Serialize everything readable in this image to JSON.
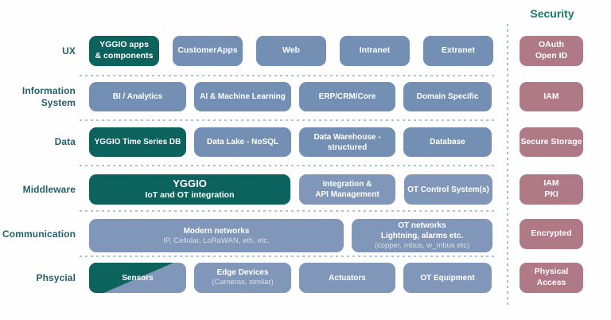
{
  "rows": [
    {
      "label": "UX",
      "boxes": [
        {
          "text": "YGGIO apps\n& components"
        },
        {
          "text": "CustomerApps"
        },
        {
          "text": "Web"
        },
        {
          "text": "Intranet"
        },
        {
          "text": "Extranet"
        }
      ]
    },
    {
      "label": "Information\nSystem",
      "boxes": [
        {
          "text": "BI / Analytics"
        },
        {
          "text": "AI & Machine Learning"
        },
        {
          "text": "ERP/CRM/Core"
        },
        {
          "text": "Domain Specific"
        }
      ]
    },
    {
      "label": "Data",
      "boxes": [
        {
          "text": "YGGIO Time Series DB"
        },
        {
          "text": "Data Lake - NoSQL"
        },
        {
          "text": "Data Warehouse -\nstructured"
        },
        {
          "text": "Database"
        }
      ]
    },
    {
      "label": "Middleware",
      "boxes": [
        {
          "title": "YGGIO",
          "sub": "IoT and OT integration"
        },
        {
          "text": "Integration &\nAPI Management"
        },
        {
          "text": "OT Control System(s)"
        }
      ]
    },
    {
      "label": "Communication",
      "boxes": [
        {
          "title": "Modern networks",
          "sub": "IP, Cellular, LoRaWAN, eth, etc."
        },
        {
          "title": "OT networks\nLightning, alarms etc.",
          "sub": "(copper, mbus, w_mbus etc)"
        }
      ]
    },
    {
      "label": "Phsycial",
      "boxes": [
        {
          "text": "Sensors"
        },
        {
          "title": "Edge Devices",
          "sub": "(Cameras, similar)"
        },
        {
          "text": "Actuators"
        },
        {
          "text": "OT Equipment"
        }
      ]
    }
  ],
  "security": {
    "title": "Security",
    "boxes": [
      {
        "text": "OAuth\nOpen ID"
      },
      {
        "text": "IAM"
      },
      {
        "text": "Secure Storage"
      },
      {
        "text": "IAM\nPKI"
      },
      {
        "text": "Encrypted"
      },
      {
        "text": "Physical\nAccess"
      }
    ]
  },
  "colors": {
    "teal_box": "#0c625c",
    "blue_box": "#7390b4",
    "blue_box_light": "#8197b9",
    "security_box": "#b07986",
    "row_label_text": "#235f6b",
    "security_title_text": "#177a70",
    "separator": "#adc6cc"
  }
}
